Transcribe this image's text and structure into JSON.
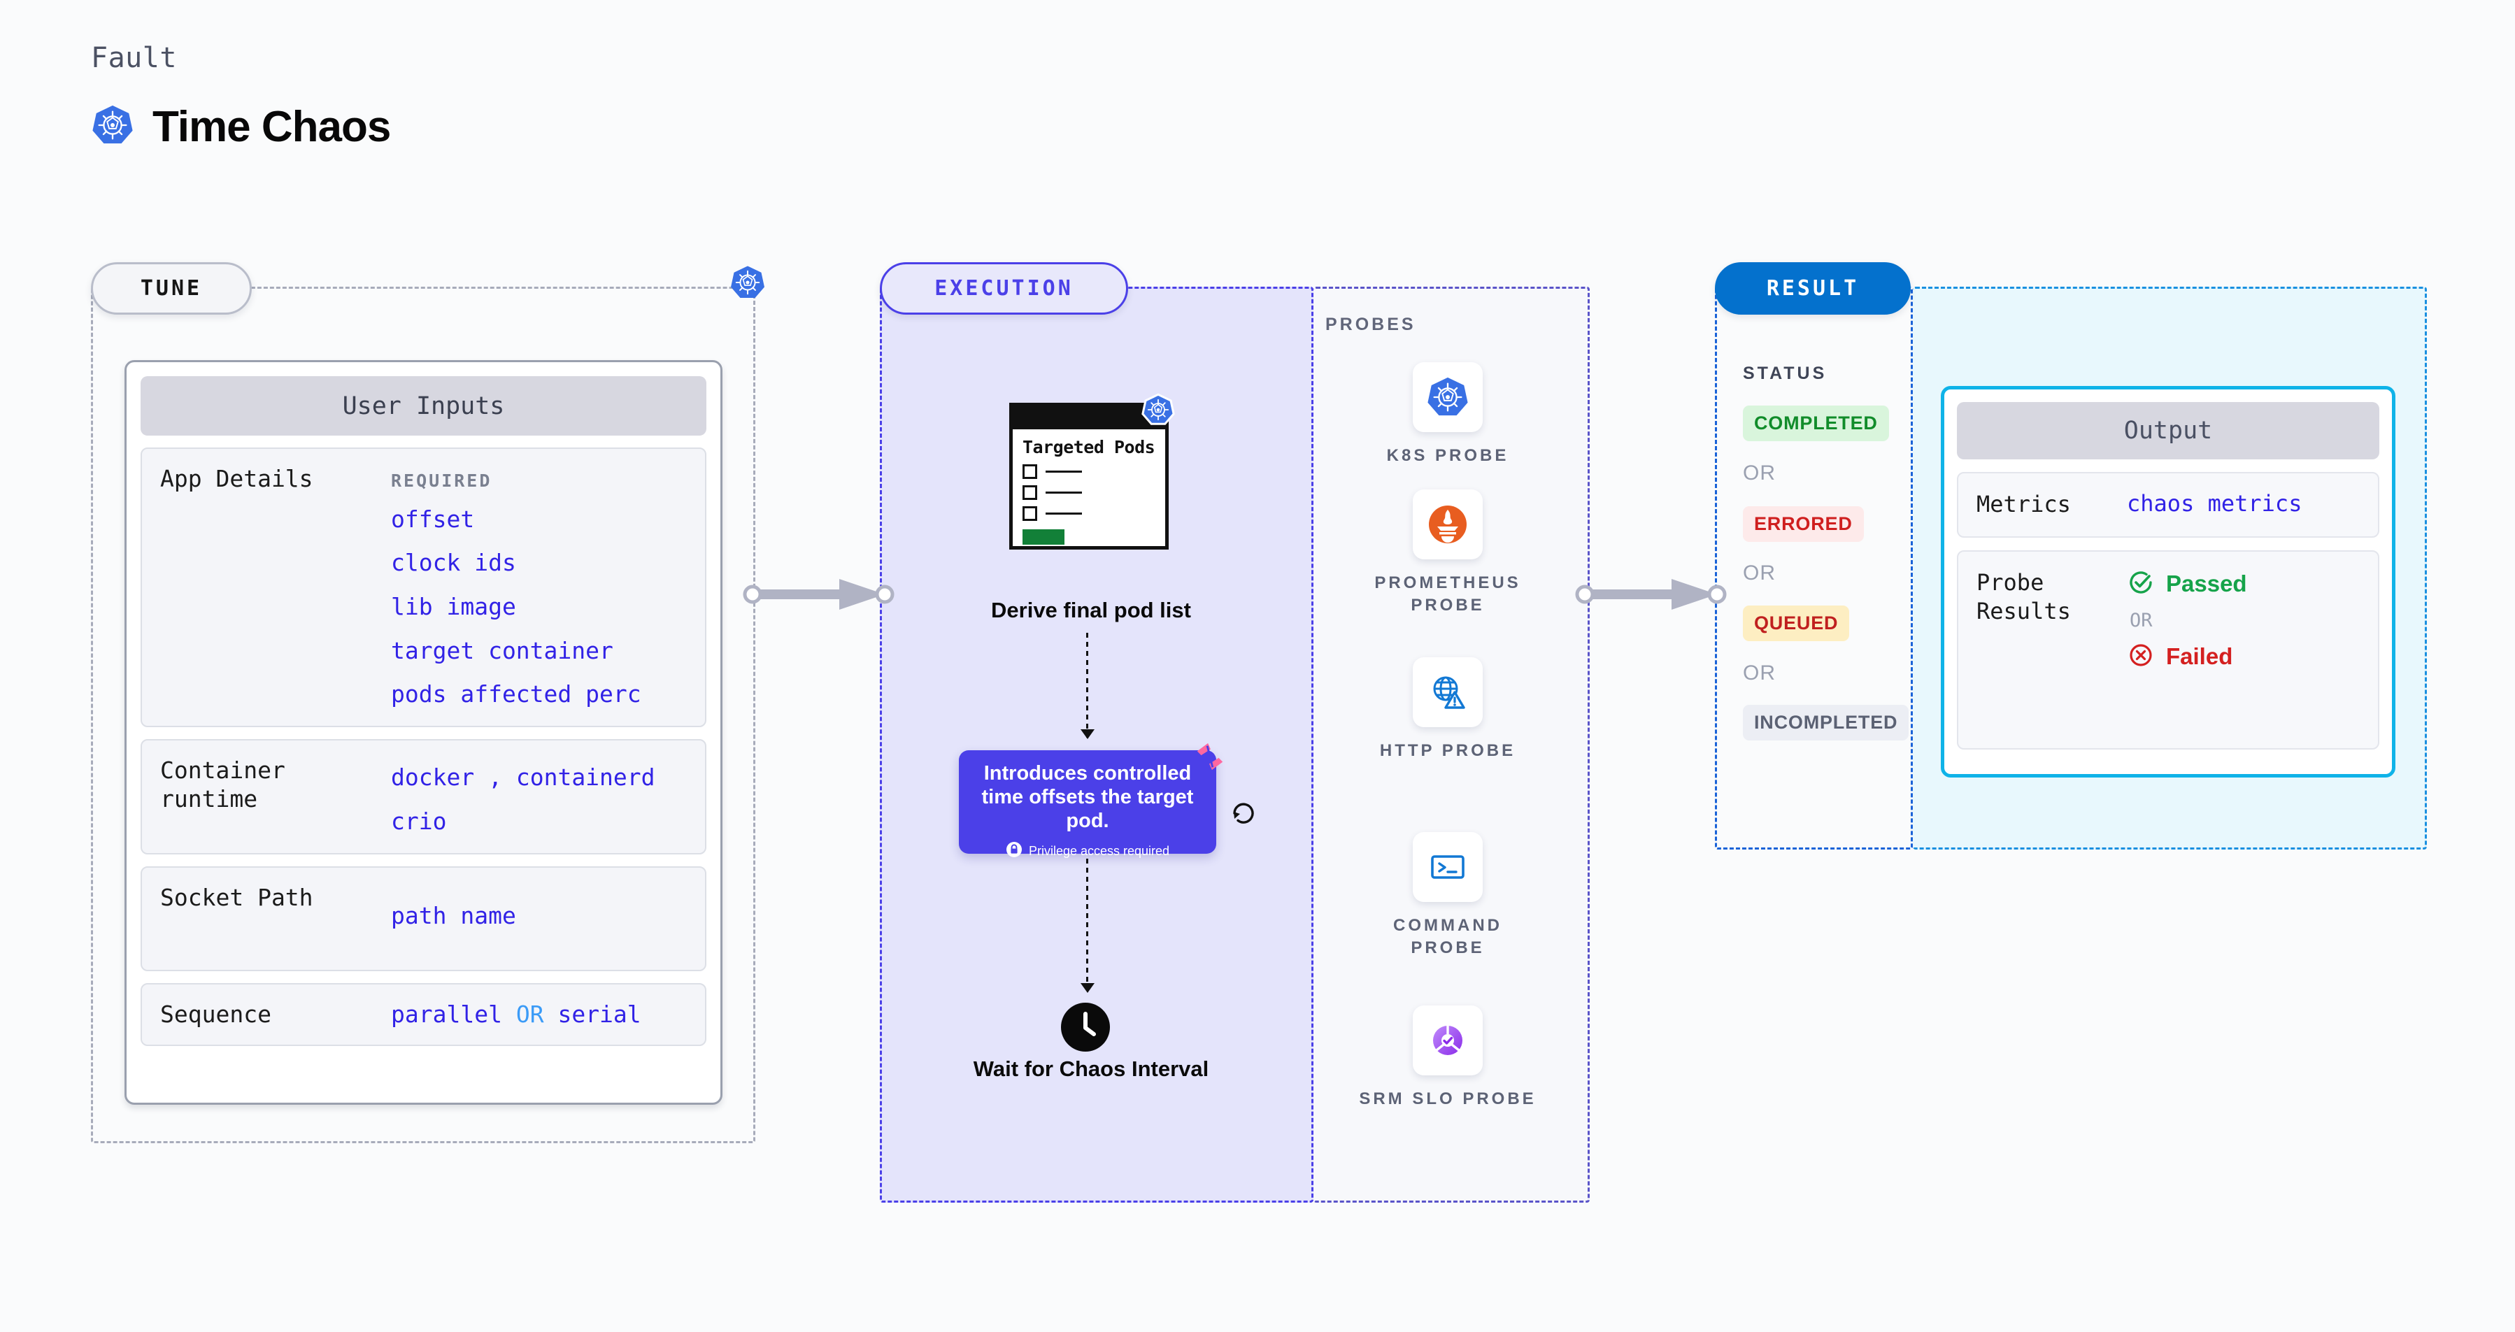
{
  "header": {
    "kicker": "Fault",
    "title": "Time Chaos",
    "icon": "kubernetes-icon"
  },
  "stages": {
    "tune": "TUNE",
    "execution": "EXECUTION",
    "result": "RESULT"
  },
  "tune": {
    "card_title": "User Inputs",
    "rows": [
      {
        "label": "App Details",
        "required_tag": "REQUIRED",
        "values": [
          "offset",
          "clock ids",
          "lib image",
          "target container",
          "pods affected perc"
        ]
      },
      {
        "label": "Container runtime",
        "values": [
          "docker",
          "containerd",
          "crio"
        ],
        "separator": ","
      },
      {
        "label": "Socket Path",
        "values": [
          "path name"
        ]
      },
      {
        "label": "Sequence",
        "values": [
          "parallel",
          "serial"
        ],
        "joiner": "OR"
      }
    ]
  },
  "execution": {
    "pods_card": {
      "title": "Targeted Pods",
      "icon": "kubernetes-icon",
      "rows": 3
    },
    "derive_label": "Derive final pod list",
    "fault_card": {
      "description": "Introduces controlled time offsets the target pod.",
      "privilege_note": "Privilege access required",
      "privilege_icon": "lock-icon",
      "corner_icon": "harness-logo-icon",
      "side_icon": "refresh-icon",
      "color": "#4b40e8"
    },
    "wait_step": {
      "icon": "clock-icon",
      "label": "Wait for Chaos Interval"
    }
  },
  "probes": {
    "heading": "PROBES",
    "items": [
      {
        "label": "K8S PROBE",
        "icon": "kubernetes-icon"
      },
      {
        "label": "PROMETHEUS PROBE",
        "icon": "prometheus-icon"
      },
      {
        "label": "HTTP PROBE",
        "icon": "http-globe-warning-icon"
      },
      {
        "label": "COMMAND PROBE",
        "icon": "terminal-icon"
      },
      {
        "label": "SRM SLO PROBE",
        "icon": "srm-slo-donut-icon"
      }
    ]
  },
  "result": {
    "status_heading": "STATUS",
    "or_label": "OR",
    "statuses": [
      {
        "label": "COMPLETED",
        "bg": "#d9f5dc",
        "fg": "#118c2a"
      },
      {
        "label": "ERRORED",
        "bg": "#fdeaea",
        "fg": "#cf1f1f"
      },
      {
        "label": "QUEUED",
        "bg": "#fdeec2",
        "fg": "#c0201f"
      },
      {
        "label": "INCOMPLETED",
        "bg": "#eceef4",
        "fg": "#5b6173"
      }
    ]
  },
  "output": {
    "card_title": "Output",
    "metrics_label": "Metrics",
    "metrics_value": "chaos metrics",
    "probe_results_label": "Probe Results",
    "passed_label": "Passed",
    "failed_label": "Failed",
    "or_label": "OR",
    "passed_icon": "check-circle-icon",
    "failed_icon": "x-circle-icon",
    "passed_color": "#16a34a",
    "failed_color": "#d42020",
    "border_color": "#0fb3e8"
  }
}
